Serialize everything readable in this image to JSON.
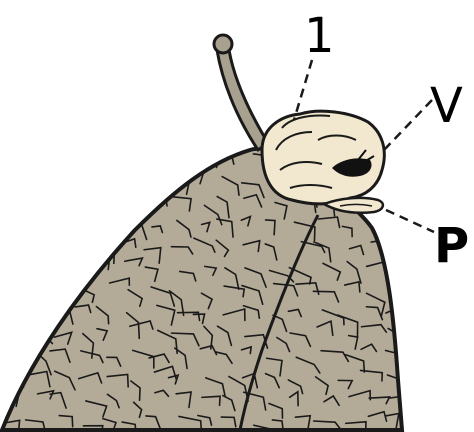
{
  "diagram": {
    "labels": {
      "one": "1",
      "v": "V",
      "p": "P"
    },
    "colors": {
      "background": "#ffffff",
      "body_skin": "#b3ab98",
      "body_outline": "#1a1a1a",
      "mantle": "#f2e8cf",
      "tentacle": "#a9a18f",
      "leader_line": "#1a1a1a"
    }
  }
}
